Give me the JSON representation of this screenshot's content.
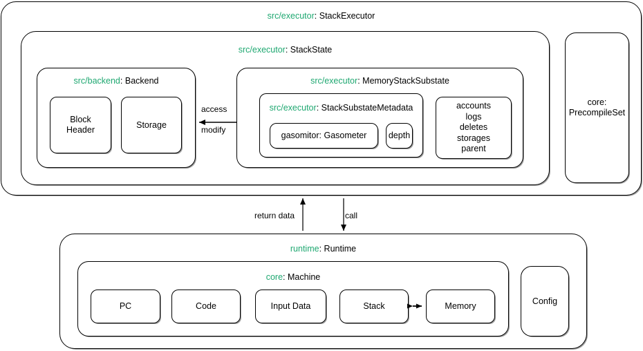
{
  "diagram": {
    "colors": {
      "namespace": "#1FA871",
      "text": "#000000",
      "stroke": "#000000",
      "background": "#ffffff"
    },
    "executor": {
      "namespace": "src/executor",
      "sep": ":",
      "name": "StackExecutor"
    },
    "stack_state": {
      "namespace": "src/executor",
      "sep": ":",
      "name": "StackState"
    },
    "backend": {
      "namespace": "src/backend",
      "sep": ":",
      "name": "Backend",
      "children": [
        {
          "label_line1": "Block",
          "label_line2": "Header"
        },
        {
          "label_line1": "Storage",
          "label_line2": ""
        }
      ]
    },
    "memory_stack_substate": {
      "namespace": "src/executor",
      "sep": ":",
      "name": "MemoryStackSubstate",
      "metadata": {
        "namespace": "src/executor",
        "sep": ":",
        "name": "StackSubstateMetadata",
        "gasometer": {
          "namespace": "gasomitor",
          "sep": ":",
          "name": "Gasometer"
        },
        "depth": "depth"
      },
      "fields": [
        "accounts",
        "logs",
        "deletes",
        "storages",
        "parent"
      ]
    },
    "precompile_set": {
      "namespace": "core",
      "sep": ":",
      "name": "PrecompileSet"
    },
    "runtime": {
      "namespace": "runtime",
      "sep": ":",
      "name": "Runtime"
    },
    "machine": {
      "namespace": "core",
      "sep": ":",
      "name": "Machine",
      "children": [
        "PC",
        "Code",
        "Input Data",
        "Stack",
        "Memory"
      ]
    },
    "config": {
      "name": "Config"
    },
    "edges": {
      "access": "access",
      "modify": "modify",
      "return_data": "return data",
      "call": "call"
    }
  }
}
